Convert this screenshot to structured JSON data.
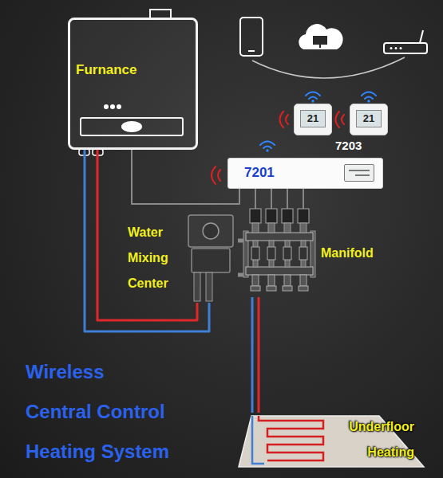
{
  "diagram": {
    "title": "Wireless Central Control Heating System",
    "nodes": [
      {
        "text": [
          "Furnance"
        ]
      },
      {
        "text": [
          "21"
        ]
      },
      {
        "text": [
          "21"
        ]
      },
      {
        "text": [
          "7201"
        ]
      },
      {
        "text": [
          "Water Mixing Center"
        ]
      },
      {
        "text": [
          "Manifold"
        ]
      },
      {
        "text": [
          "Underfloor Heating"
        ]
      }
    ],
    "edges": [
      {
        "from": 0,
        "to": 4,
        "arrow": "none"
      },
      {
        "from": 0,
        "to": 4,
        "arrow": "none"
      },
      {
        "from": 0,
        "to": 3,
        "arrow": "none"
      },
      {
        "from": 3,
        "to": 5,
        "arrow": "none"
      },
      {
        "from": 4,
        "to": 5,
        "arrow": "none"
      },
      {
        "from": 5,
        "to": 6,
        "arrow": "none"
      },
      {
        "from": 5,
        "to": 6,
        "arrow": "none"
      }
    ],
    "labels": [
      "7203"
    ]
  }
}
